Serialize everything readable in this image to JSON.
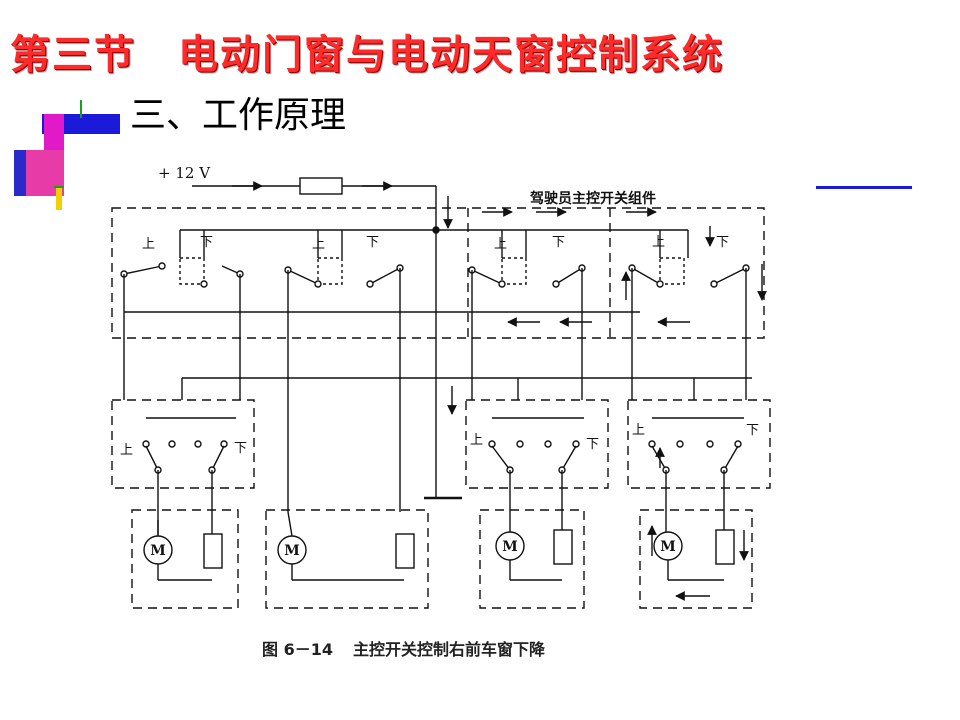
{
  "slide": {
    "title": "第三节　电动门窗与电动天窗控制系统",
    "subtitle": "三、工作原理"
  },
  "diagram": {
    "supply_label": "+ 12 V",
    "group_label": "驾驶员主控开关组件",
    "switch_up_label": "上",
    "switch_down_label": "下",
    "motor_label": "M",
    "figure_number": "图 6－14",
    "caption": "主控开关控制右前车窗下降"
  },
  "colors": {
    "title": "#ff2a2a",
    "deco_blue": "#1a1ad8",
    "deco_magenta": "#e01ac8",
    "deco_yellow": "#f0d000",
    "deco_green": "#1aa01a"
  },
  "icons": [
    "motor-icon",
    "arrow-icon",
    "switch-icon",
    "ground-icon"
  ]
}
